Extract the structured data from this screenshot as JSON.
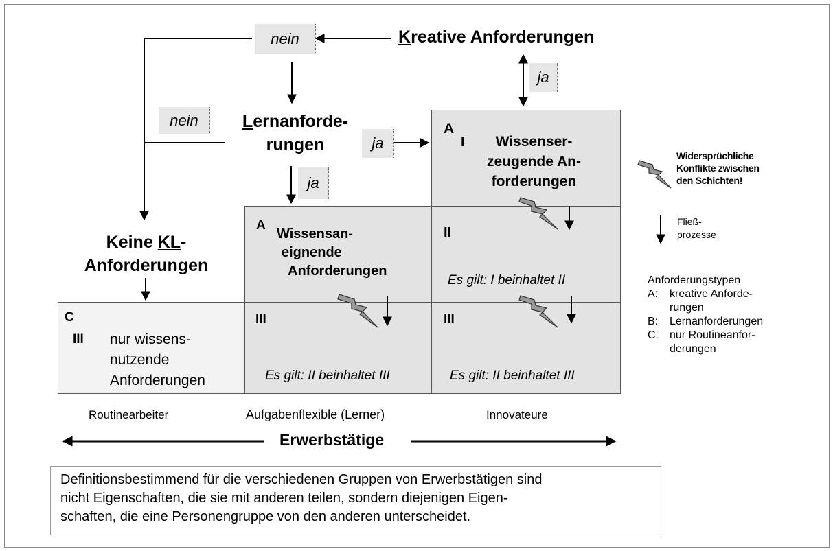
{
  "top": {
    "kreative_k": "K",
    "kreative_rest": "reative Anforderungen",
    "nein1": "nein",
    "nein2": "nein",
    "ja1": "ja",
    "ja2": "ja",
    "ja3": "ja",
    "lern_l": "L",
    "lern_rest": "ernanforde-",
    "lern_line2": "rungen",
    "keine_pre": "Keine ",
    "keine_kl": "KL",
    "keine_post": "-",
    "keine_line2": "Anforderungen"
  },
  "cells": {
    "a1_letter": "A",
    "a1_roman": "I",
    "a1_line1": "Wissenser-",
    "a1_line2": "zeugende An-",
    "a1_line3": "forderungen",
    "a2_letter": "A",
    "a2_line1": "Wissensan-",
    "a2_line2": "eignende",
    "a2_line3": "Anforderungen",
    "ii_roman": "II",
    "ii_text": "Es gilt: I beinhaltet II",
    "c_letter": "C",
    "c_roman": "III",
    "c_line1": "nur wissens-",
    "c_line2": "nutzende",
    "c_line3": "Anforderungen",
    "iii_mid_roman": "III",
    "iii_mid_text": "Es gilt: II beinhaltet III",
    "iii_right_roman": "III",
    "iii_right_text": "Es gilt: II beinhaltet III"
  },
  "columns": {
    "col1": "Routinearbeiter",
    "col2": "Aufgabenflexible (Lerner)",
    "col3": "Innovateure",
    "axis": "Erwerbstätige"
  },
  "legend": {
    "conflict_line1": "Widersprüchliche",
    "conflict_line2": "Konflikte zwischen",
    "conflict_line3": "den Schichten!",
    "flow_line1": "Fließ-",
    "flow_line2": "prozesse",
    "types_title": "Anforderungstypen",
    "a_key": "A:",
    "a_val1": "kreative Anforde-",
    "a_val2": "rungen",
    "b_key": "B:",
    "b_val": "Lernanforderungen",
    "c_key": "C:",
    "c_val1": "nur Routineanfor-",
    "c_val2": "derungen"
  },
  "note": {
    "line1": "Definitionsbestimmend für die verschiedenen Gruppen von Erwerbstätigen sind",
    "line2": "nicht Eigenschaften, die sie mit anderen teilen, sondern diejenigen Eigen-",
    "line3": "schaften, die eine Personengruppe von den anderen unterscheidet."
  }
}
